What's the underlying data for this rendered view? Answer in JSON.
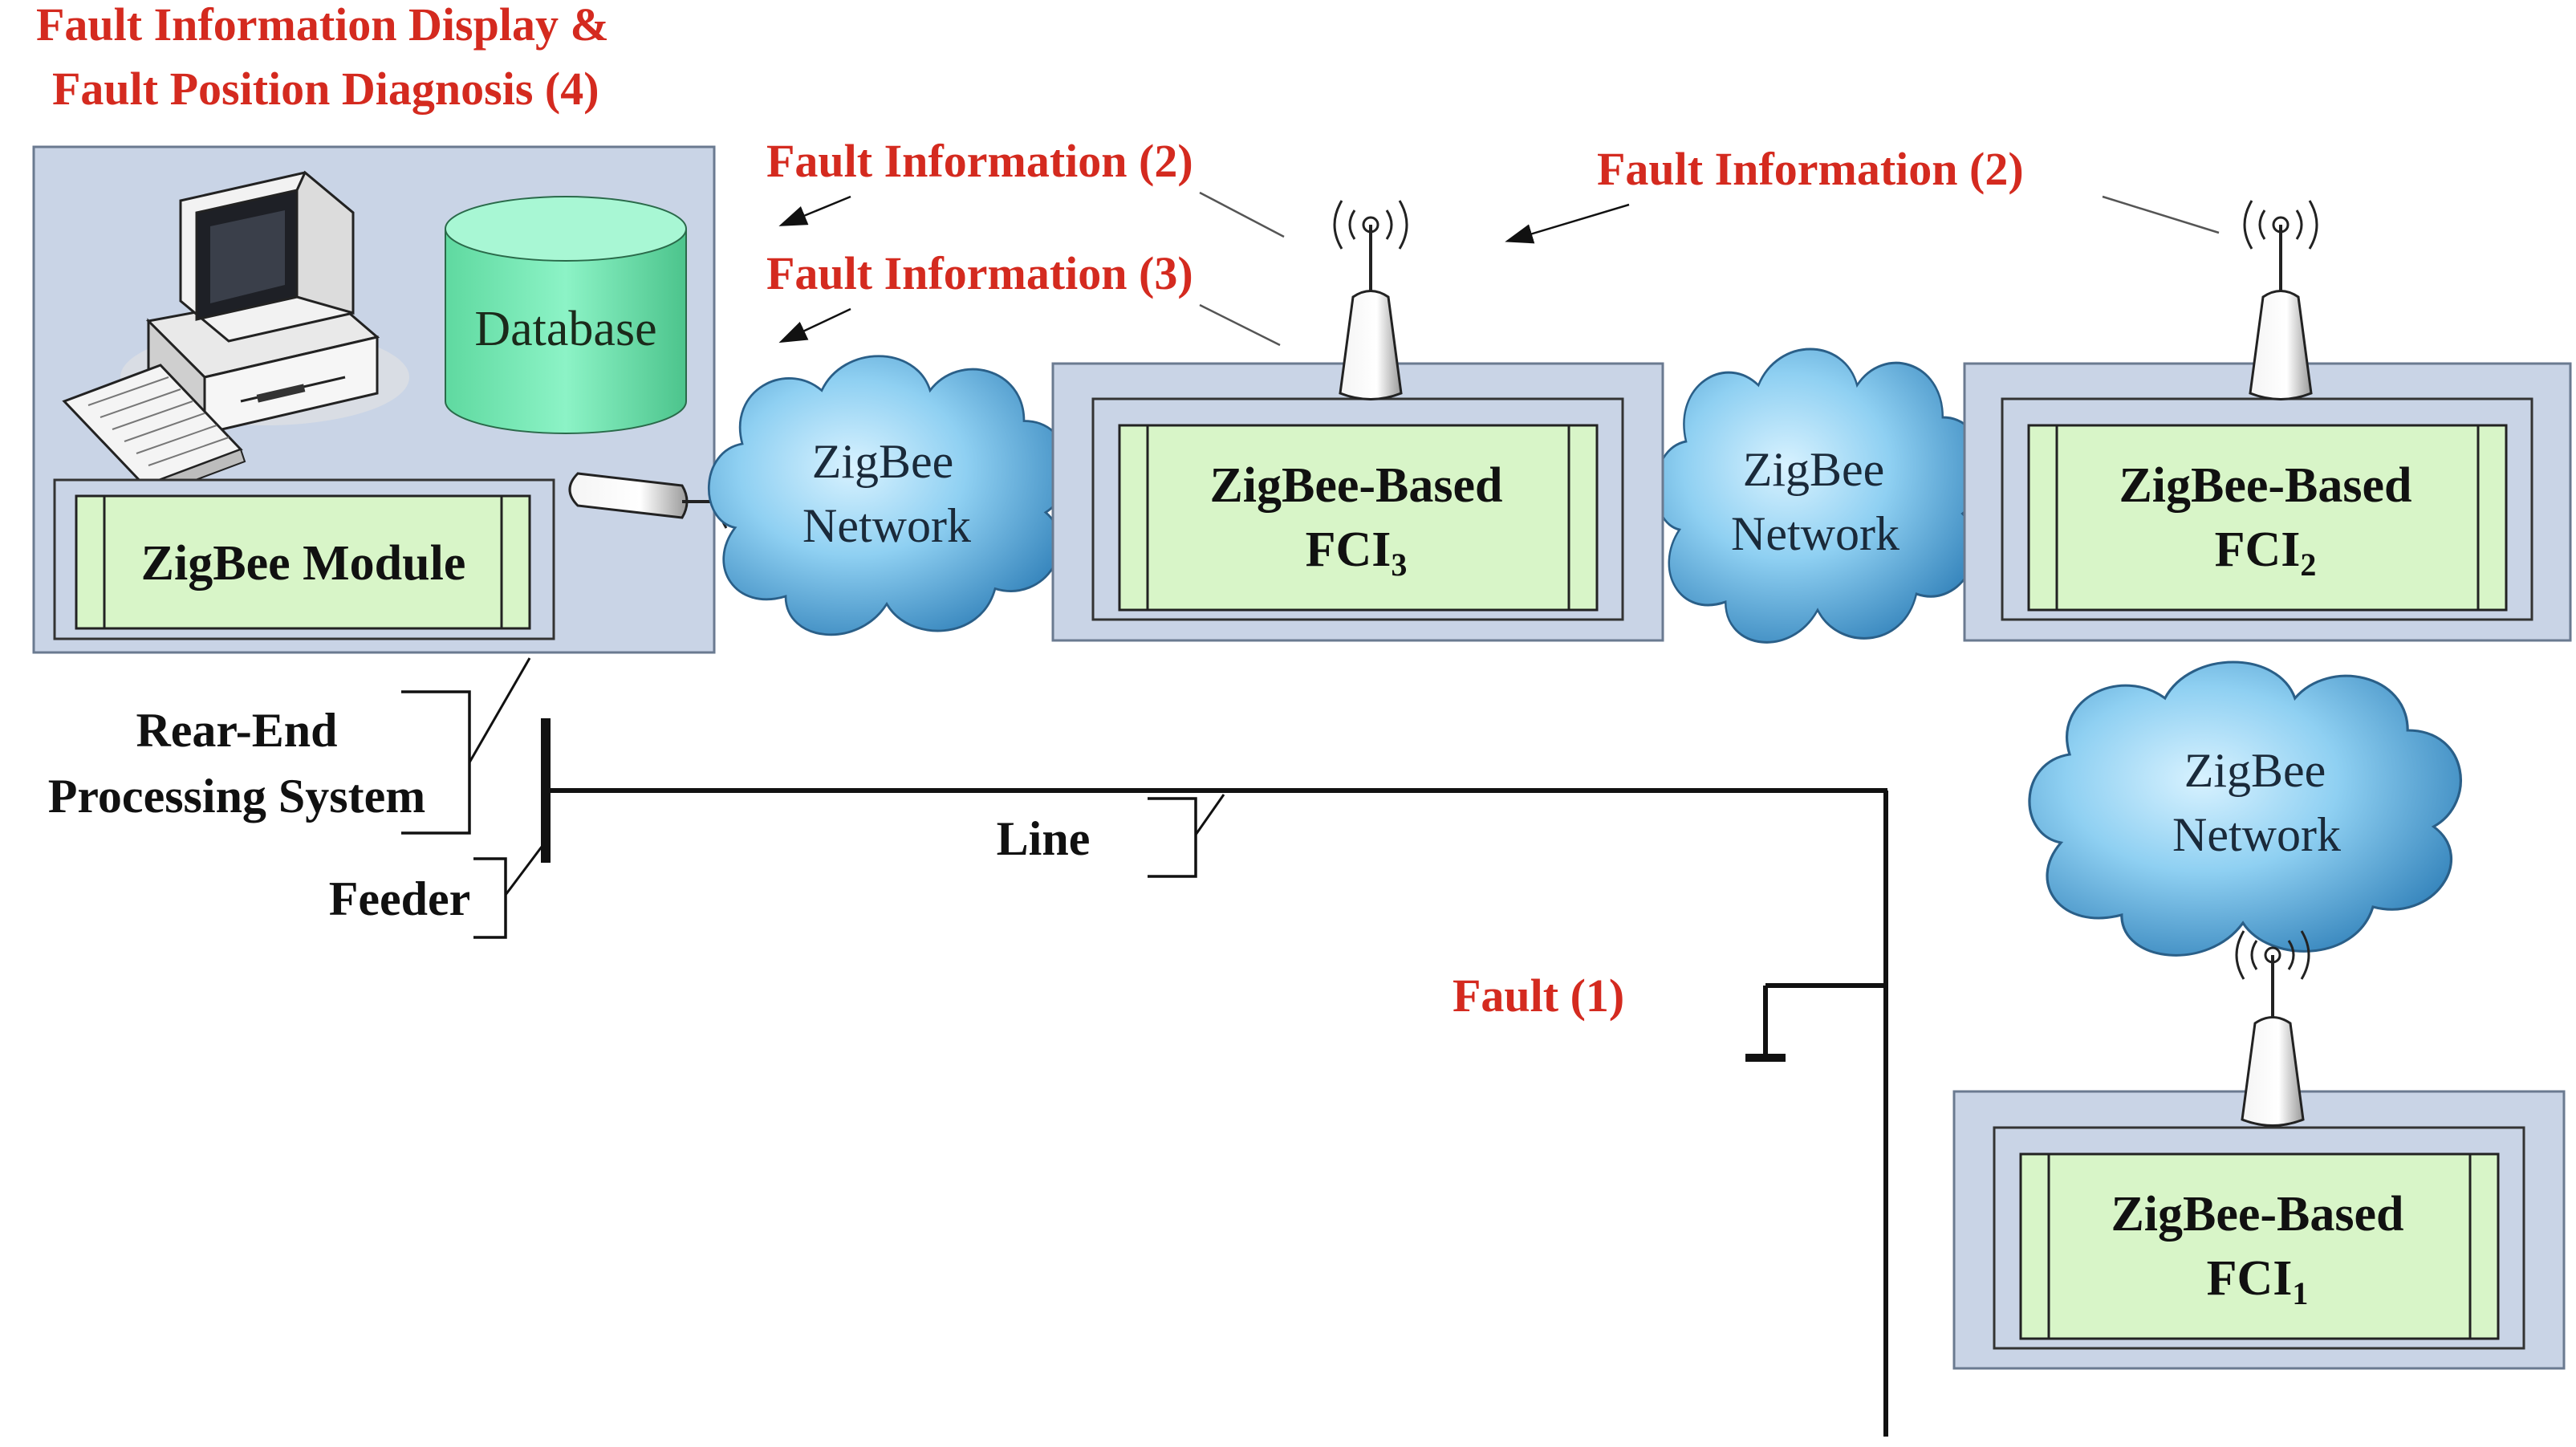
{
  "annotations": {
    "step4_line1": "Fault Information Display &",
    "step4_line2": "Fault Position Diagnosis (4)",
    "fault_info_2": "Fault Information (2)",
    "fault_info_3": "Fault Information (3)",
    "fault_info_2b": "Fault Information (2)",
    "fault_1": "Fault (1)"
  },
  "rear_end": {
    "database_label": "Database",
    "module_label": "ZigBee Module",
    "caption_line1": "Rear-End",
    "caption_line2": "Processing System"
  },
  "networks": [
    {
      "line1": "ZigBee",
      "line2": "Network"
    },
    {
      "line1": "ZigBee",
      "line2": "Network"
    },
    {
      "line1": "ZigBee",
      "line2": "Network"
    }
  ],
  "fci_units": [
    {
      "line1": "ZigBee-Based",
      "base": "FCI",
      "sub": "3"
    },
    {
      "line1": "ZigBee-Based",
      "base": "FCI",
      "sub": "2"
    },
    {
      "line1": "ZigBee-Based",
      "base": "FCI",
      "sub": "1"
    }
  ],
  "labels": {
    "line": "Line",
    "feeder": "Feeder"
  },
  "colors": {
    "annotation_red": "#d42a1f",
    "panel_fill": "#c9d4e6",
    "module_green": "#d8f5c8",
    "database_green": "#74e8b4",
    "cloud_blue": "#5fb6e2"
  }
}
